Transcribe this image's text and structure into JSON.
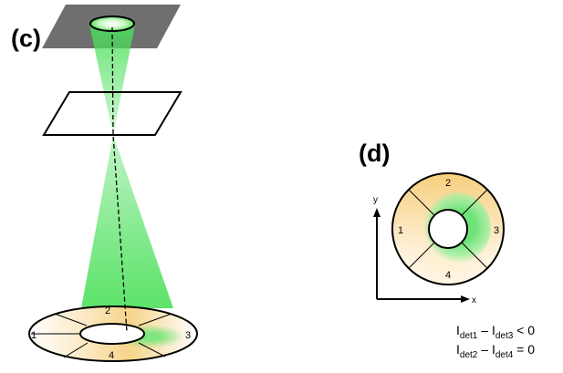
{
  "panels": {
    "c": {
      "label": "(c)"
    },
    "d": {
      "label": "(d)"
    }
  },
  "segments_c": [
    "1",
    "2",
    "3",
    "4"
  ],
  "segments_d": [
    "1",
    "2",
    "3",
    "4"
  ],
  "axes": {
    "x": "x",
    "y": "y"
  },
  "equations": [
    {
      "a": "I",
      "a_sub": "det1",
      "op": " – ",
      "b": "I",
      "b_sub": "det3",
      "rel": " < 0"
    },
    {
      "a": "I",
      "a_sub": "det2",
      "op": " – ",
      "b": "I",
      "b_sub": "det4",
      "rel": " = 0"
    }
  ],
  "colors": {
    "beam_green": "#4be05a",
    "spot_green": "#7df07a",
    "detector_warm": "#f7d48c",
    "sample_plane": "#6f6f6f"
  }
}
